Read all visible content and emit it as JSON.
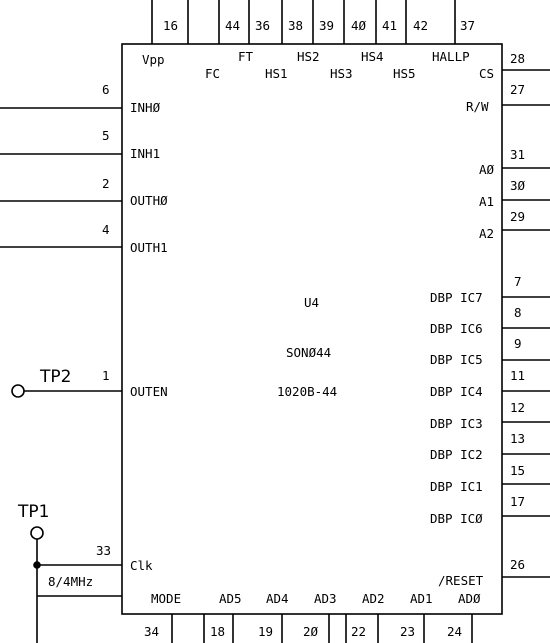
{
  "component": {
    "ref": "U4",
    "type": "SONØ44",
    "part": "1020B-44"
  },
  "top_pins": [
    {
      "num": "16",
      "label": "Vpp"
    },
    {
      "num": "44",
      "label": "FC"
    },
    {
      "num": "36",
      "label": "FT"
    },
    {
      "num": "38",
      "label": "HS1"
    },
    {
      "num": "39",
      "label": "HS2"
    },
    {
      "num": "4Ø",
      "label": "HS3"
    },
    {
      "num": "41",
      "label": "HS4"
    },
    {
      "num": "42",
      "label": "HS5"
    },
    {
      "num": "37",
      "label": "HALLP"
    }
  ],
  "left_pins": [
    {
      "num": "6",
      "label": "INHØ"
    },
    {
      "num": "5",
      "label": "INH1"
    },
    {
      "num": "2",
      "label": "OUTHØ"
    },
    {
      "num": "4",
      "label": "OUTH1"
    },
    {
      "num": "1",
      "label": "OUTEN"
    },
    {
      "num": "33",
      "label": "Clk"
    }
  ],
  "right_pins": [
    {
      "num": "28",
      "label": "CS"
    },
    {
      "num": "27",
      "label": "R/W"
    },
    {
      "num": "31",
      "label": "AØ"
    },
    {
      "num": "3Ø",
      "label": "A1"
    },
    {
      "num": "29",
      "label": "A2"
    },
    {
      "num": "7",
      "label": "DBP IC7"
    },
    {
      "num": "8",
      "label": "DBP IC6"
    },
    {
      "num": "9",
      "label": "DBP IC5"
    },
    {
      "num": "11",
      "label": "DBP IC4"
    },
    {
      "num": "12",
      "label": "DBP IC3"
    },
    {
      "num": "13",
      "label": "DBP IC2"
    },
    {
      "num": "15",
      "label": "DBP IC1"
    },
    {
      "num": "17",
      "label": "DBP ICØ"
    },
    {
      "num": "26",
      "label": "/RESET"
    }
  ],
  "bottom_pins": [
    {
      "num": "34",
      "label": "MODE"
    },
    {
      "num": "18",
      "label": "AD5"
    },
    {
      "num": "19",
      "label": "AD4"
    },
    {
      "num": "2Ø",
      "label": "AD3"
    },
    {
      "num": "22",
      "label": "AD2"
    },
    {
      "num": "23",
      "label": "AD1"
    },
    {
      "num": "24",
      "label": "ADØ"
    }
  ],
  "test_points": [
    {
      "label": "TP2"
    },
    {
      "label": "TP1"
    }
  ],
  "clock_note": "8/4MHz"
}
